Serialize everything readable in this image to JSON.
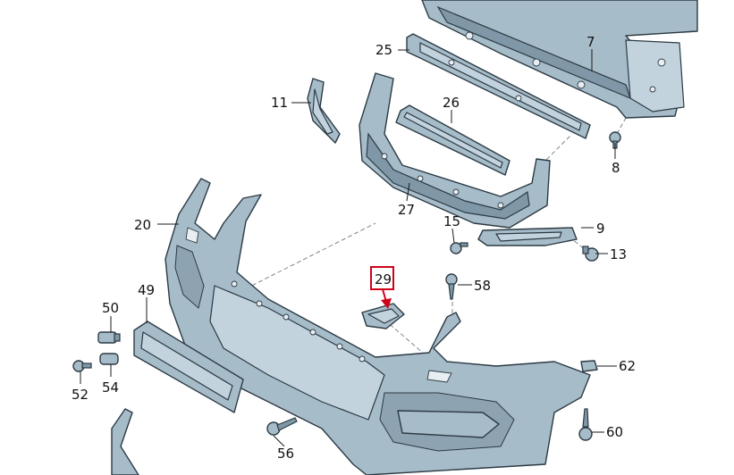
{
  "callouts": {
    "c7": "7",
    "c8": "8",
    "c9": "9",
    "c11": "11",
    "c13": "13",
    "c15": "15",
    "c20": "20",
    "c25": "25",
    "c26": "26",
    "c27": "27",
    "c29": "29",
    "c49": "49",
    "c50": "50",
    "c52": "52",
    "c54": "54",
    "c56": "56",
    "c58": "58",
    "c60": "60",
    "c62": "62"
  },
  "highlight": {
    "part": "29",
    "color": "#d0021b"
  },
  "colors": {
    "part_fill": "#a7bcc9",
    "outline": "#2b3a44"
  }
}
